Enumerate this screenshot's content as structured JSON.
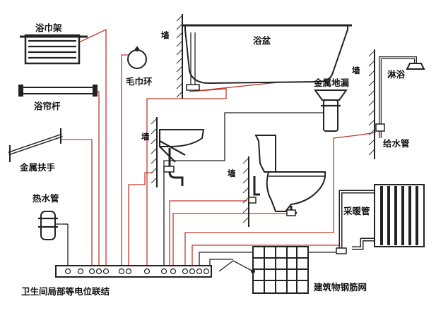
{
  "labels": {
    "towel_rack": "浴巾架",
    "towel_ring": "毛巾环",
    "curtain_rod": "浴帘杆",
    "metal_handrail": "金属扶手",
    "hot_water_pipe": "热水管",
    "bathtub": "浴盆",
    "wall": "墙",
    "metal_floor_drain": "金属地漏",
    "shower": "淋浴",
    "water_supply_pipe": "给水管",
    "heating_pipe": "采暖管",
    "rebar_mesh": "建筑物钢筋网",
    "bonding_bar": "卫生间局部等电位联结"
  }
}
